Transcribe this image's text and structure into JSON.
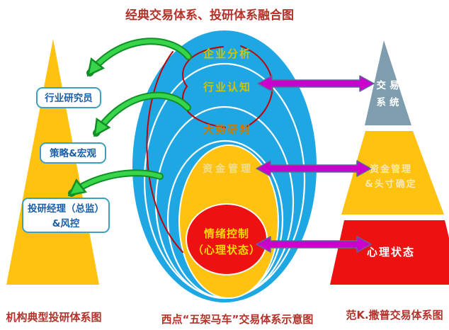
{
  "title": "经典交易体系、投研体系融合图",
  "captions": {
    "left": "机构典型投研体系图",
    "center": "西点“五架马车”交易体系示意图",
    "right": "范K.撒普交易体系图"
  },
  "left_pyramid": {
    "roles": [
      "行业研究员",
      "策略&宏观"
    ],
    "manager_line1": "投研经理（总监）",
    "manager_line2": "&风控"
  },
  "center_ellipse": {
    "ring_labels": [
      "企业分析",
      "行业认知",
      "大势研判",
      "资金管理"
    ],
    "core": {
      "line1": "情绪控制",
      "line2": "（心理状态）"
    }
  },
  "right_pyramid": {
    "top": {
      "line1": "交易",
      "line2": "系统"
    },
    "middle": {
      "line1": "资金管理",
      "line2": "&头寸确定"
    },
    "bottom": "心理状态"
  },
  "colors": {
    "title_red": "#B2332A",
    "ellipse_blue": "#1FA7E4",
    "gold": "#FFC210",
    "core_red": "#EE1111",
    "pyramid_slate": "#7E9EB0",
    "green_arrow": "#38D44A",
    "magenta_arrow": "#CC00CC",
    "brace_red": "#C00000",
    "box_border_teal": "#3E9FBE",
    "box_text_blue": "#1A5FA8"
  }
}
